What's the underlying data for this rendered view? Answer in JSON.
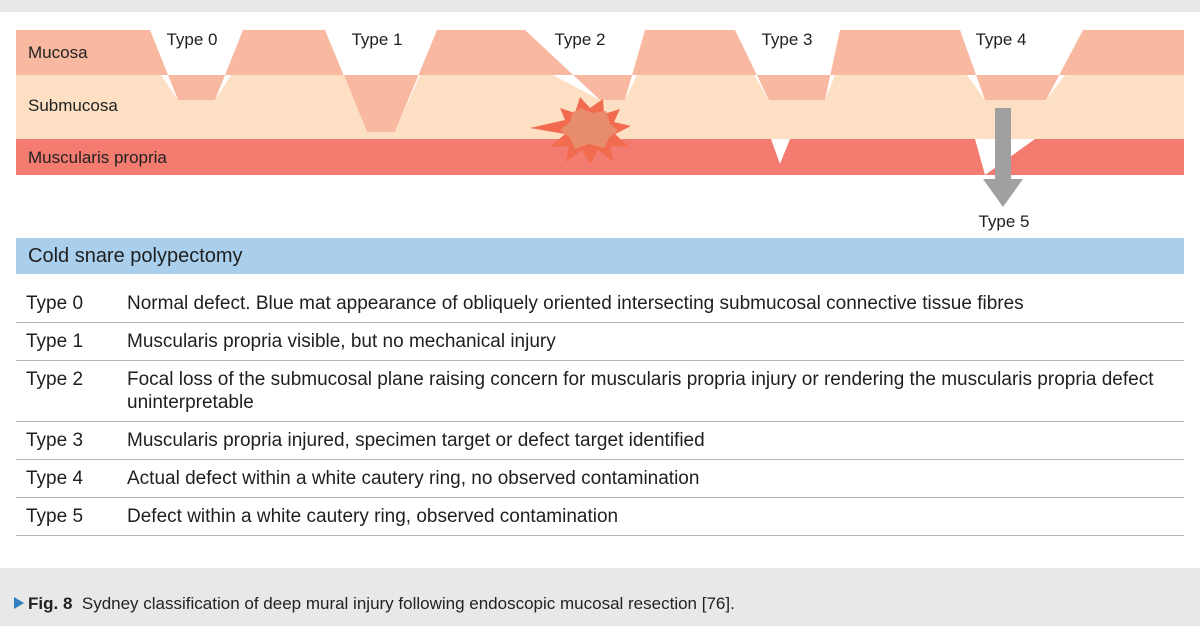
{
  "diagram": {
    "layers": {
      "mucosa": "Mucosa",
      "submucosa": "Submucosa",
      "muscularis": "Muscularis propria"
    },
    "type_labels": [
      "Type 0",
      "Type 1",
      "Type 2",
      "Type 3",
      "Type 4",
      "Type 5"
    ],
    "colors": {
      "mucosa": "#f9b8a0",
      "submucosa": "#fde0c4",
      "muscularis": "#f47b70",
      "burst": "#f26b4f",
      "burst_inner": "#e88d6c",
      "arrow": "#a0a0a0"
    }
  },
  "table": {
    "header": "Cold snare polypectomy",
    "rows": [
      {
        "type": "Type 0",
        "description": "Normal defect. Blue mat appearance of obliquely oriented intersecting submucosal connective tissue fibres"
      },
      {
        "type": "Type 1",
        "description": "Muscularis propria visible, but no mechanical injury"
      },
      {
        "type": "Type 2",
        "description": "Focal loss of the submucosal plane raising concern for muscularis propria injury or rendering the muscularis propria defect uninterpretable"
      },
      {
        "type": "Type 3",
        "description": "Muscularis propria injured, specimen target or defect target identified"
      },
      {
        "type": "Type 4",
        "description": "Actual defect within a white cautery ring, no observed contamination"
      },
      {
        "type": "Type 5",
        "description": "Defect within a white cautery ring, observed contamination"
      }
    ]
  },
  "caption": {
    "fig_label": "Fig. 8",
    "text": "Sydney classification of deep mural injury following endoscopic mucosal resection [76]."
  }
}
